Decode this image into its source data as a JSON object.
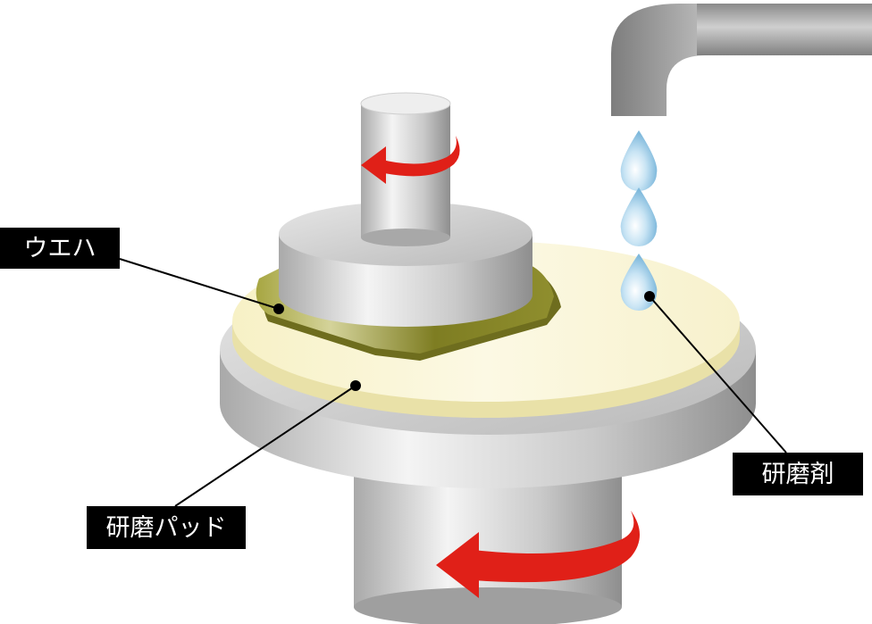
{
  "labels": {
    "wafer": "ウエハ",
    "pad": "研磨パッド",
    "slurry": "研磨剤"
  },
  "colors": {
    "pad_surface": "#fbf7d8",
    "wafer": "#8b8a2e",
    "metal_light": "#f2f2f2",
    "metal_dark": "#9a9a9a",
    "rotation_arrow": "#e02018",
    "droplet": "#9ecbe6",
    "label_bg": "#000000",
    "label_text": "#ffffff"
  },
  "icons": [
    "rotation-arrow-icon",
    "droplet-icon"
  ]
}
